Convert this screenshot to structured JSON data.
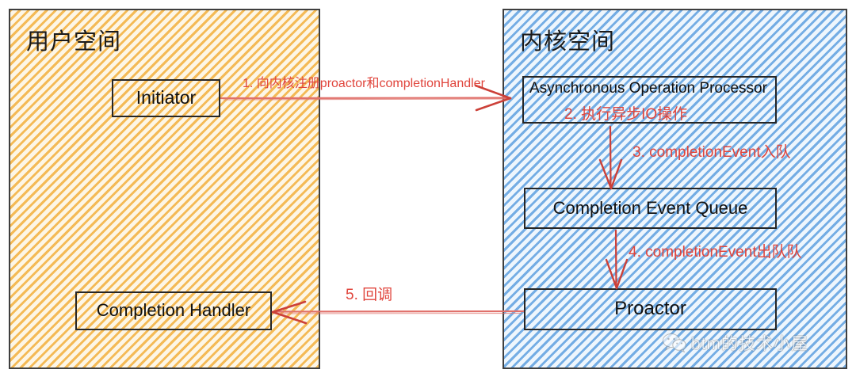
{
  "diagram": {
    "title_user_space": "用户空间",
    "title_kernel_space": "内核空间",
    "colors": {
      "user_space_hatch": "#F3B74E",
      "kernel_space_hatch": "#6EA9E3",
      "annotation_red": "#E0453C",
      "box_border": "#262626"
    },
    "nodes": {
      "initiator": "Initiator",
      "completion_handler": "Completion Handler",
      "async_operation_processor": "Asynchronous Operation Processor",
      "completion_event_queue": "Completion Event Queue",
      "proactor": "Proactor"
    },
    "steps": {
      "step1": "1. 向内核注册proactor和completionHandler",
      "step2": "2. 执行异步IO操作",
      "step3": "3. completionEvent入队",
      "step4": "4. completionEvent出队队",
      "step5": "5. 回调"
    }
  },
  "watermark": {
    "icon": "wechat-icon",
    "text": "btm的技术小屋"
  }
}
